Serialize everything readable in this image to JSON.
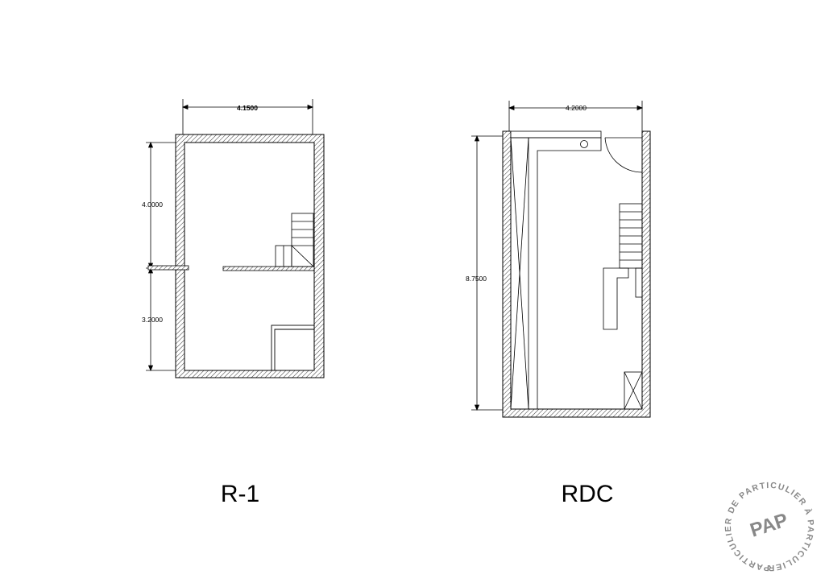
{
  "plans": [
    {
      "name": "R-1",
      "dimensions": {
        "width": "4.1500",
        "upper_height": "4.0000",
        "lower_height": "3.2000"
      }
    },
    {
      "name": "RDC",
      "dimensions": {
        "width": "4.2000",
        "height": "8.7500"
      }
    }
  ],
  "stamp": {
    "ring_text": "PARTICULIER DE PARTICULIER À PARTICULIER À PARTICULIER",
    "logo": "PAP"
  }
}
